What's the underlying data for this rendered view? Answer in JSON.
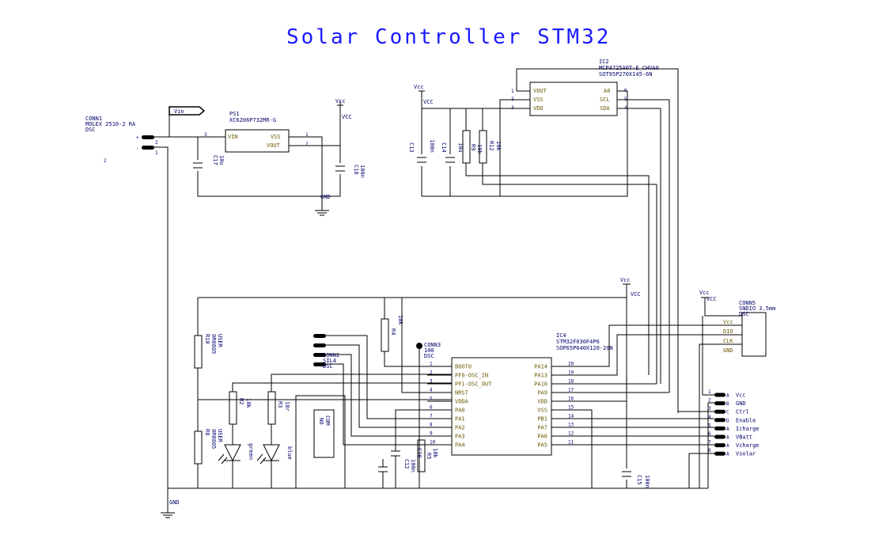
{
  "title": "Solar Controller STM32",
  "labels": {
    "vin_flag": "Vin",
    "conn1_ref": "CONN1",
    "conn1_part": "MOLEX 2510-2 RA",
    "conn1_foot": "DSC",
    "conn1_side": "2",
    "conn1_p2": "2",
    "conn1_p1": "1",
    "ps1_ref": "PS1",
    "ps1_part": "XC6206P732MR-G",
    "ps1_vin": "VIN",
    "ps1_vss": "VSS",
    "ps1_vout": "VOUT",
    "ps1_p3": "3",
    "ps1_p1": "1",
    "ps1_p2": "2",
    "vcc": "Vcc",
    "vcc_upper": "VCC",
    "gnd": "GND",
    "c17": "C17",
    "c17_val": "10u",
    "c18": "C18",
    "c18_val": "100n",
    "ic2_ref": "IC2",
    "ic2_part": "MCP4725A0T-E_CHVA0",
    "ic2_foot": "SOT95P270X145-6N",
    "ic2_vout": "VOUT",
    "ic2_vss": "VSS",
    "ic2_vdd": "VDD",
    "ic2_a0": "A0",
    "ic2_scl": "SCL",
    "ic2_sda": "SDA",
    "ic2_p1": "1",
    "ic2_p2": "2",
    "ic2_p3": "3",
    "ic2_p4": "4",
    "ic2_p5": "5",
    "ic2_p6": "6",
    "c13": "C13",
    "c13_val": "100n",
    "c14": "C14",
    "c14_val": "10u",
    "r9": "R9",
    "r9_val": "10k",
    "r12": "R12",
    "r12_val": "10k",
    "ic4_ref": "IC4",
    "ic4_part": "STM32F030F4P6",
    "ic4_foot": "SOP65P640X120-20N",
    "pins_left": [
      "BOOT0",
      "PF0-OSC_IN",
      "PF1-OSC_OUT",
      "NRST",
      "VDDA",
      "PA0",
      "PA1",
      "PA2",
      "PA3",
      "PA4"
    ],
    "pins_left_num": [
      "1",
      "2",
      "3",
      "4",
      "5",
      "6",
      "7",
      "8",
      "9",
      "10"
    ],
    "pins_right": [
      "PA14",
      "PA13",
      "PA10",
      "PA9",
      "VDD",
      "VSS",
      "PB1",
      "PA7",
      "PA6",
      "PA5"
    ],
    "pins_right_num": [
      "20",
      "19",
      "18",
      "17",
      "16",
      "15",
      "14",
      "13",
      "12",
      "11"
    ],
    "conn3_ref": "CONN3",
    "conn3_val": "100",
    "conn3_foot": "DSC",
    "conn2_ref": "CONN2",
    "conn2_part": "SIL4",
    "conn2_foot": "DSC",
    "r10": "R10",
    "r10_val": "0R0805",
    "r10_sub": "USER",
    "r8": "R8",
    "r8_val": "0R0805",
    "r8_sub": "USER",
    "r2": "R2",
    "r2_val": "10k",
    "r3": "R3",
    "r3_val": "18r",
    "led_green": "green",
    "led_blue": "blue",
    "sw_no": "NO",
    "sw_com": "COM",
    "r4": "R4",
    "r4_val": "10k",
    "c12": "C12",
    "c12_val": "100n",
    "c16": "C16",
    "r5": "R5",
    "r5_val": "10k",
    "c15": "C15",
    "c15_val": "100n",
    "conn5_ref": "CONN5",
    "conn5_part": "SNDIO 3.5mm",
    "conn5_foot": "DSC",
    "conn5_pins": [
      "Vcc",
      "DIO",
      "CLK",
      "GND"
    ],
    "io_labels": [
      "Vcc",
      "GND",
      "Ctrl",
      "Enable",
      "Icharge",
      "VBatt",
      "Vcharge",
      "Vsolar"
    ],
    "io_nums": [
      "1",
      "2",
      "3",
      "4",
      "5",
      "6",
      "7",
      "8"
    ],
    "io_letters": [
      "A",
      "B",
      "C",
      "D",
      "A",
      "A",
      "A",
      "A"
    ]
  }
}
